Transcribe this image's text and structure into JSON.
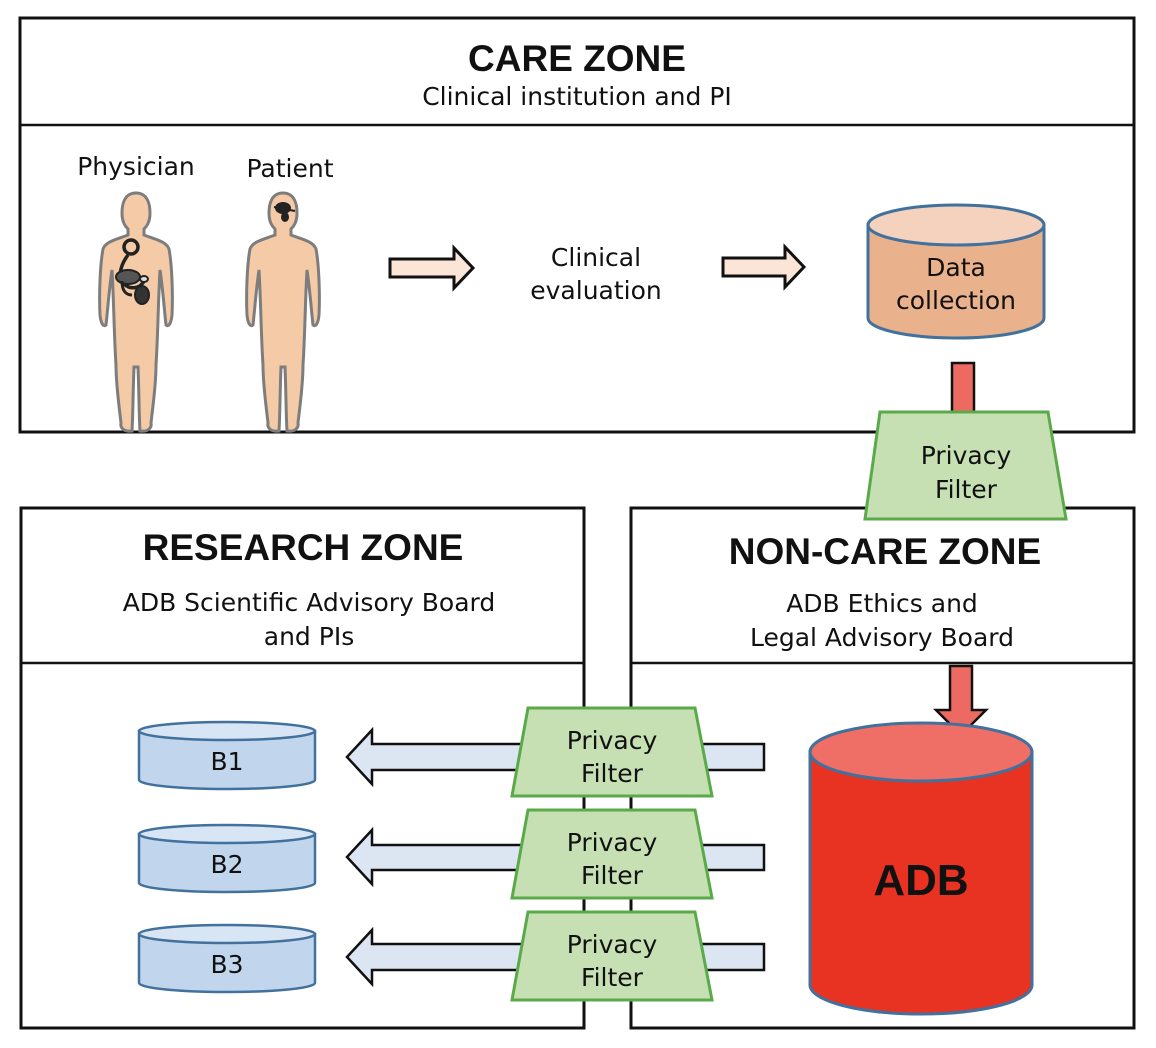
{
  "care_zone": {
    "title": "CARE ZONE",
    "subtitle": "Clinical institution and PI",
    "physician_label": "Physician",
    "patient_label": "Patient",
    "step_label_line1": "Clinical",
    "step_label_line2": "evaluation",
    "store_label_line1": "Data",
    "store_label_line2": "collection"
  },
  "research_zone": {
    "title": "RESEARCH ZONE",
    "subtitle_line1": "ADB Scientific Advisory Board",
    "subtitle_line2": "and PIs",
    "datasets": [
      "B1",
      "B2",
      "B3"
    ]
  },
  "non_care_zone": {
    "title": "NON-CARE ZONE",
    "subtitle_line1": "ADB Ethics and",
    "subtitle_line2": "Legal Advisory Board",
    "database_label": "ADB"
  },
  "privacy_filter": {
    "line1": "Privacy",
    "line2": "Filter"
  },
  "colors": {
    "skin": "#f4cba6",
    "skin_outline": "#7d7d7d",
    "data_collection_fill": "#eab28c",
    "data_collection_top": "#f4d2bd",
    "cylinder_outline": "#41719c",
    "filter_fill": "#c6e0b4",
    "filter_outline": "#5aaa4a",
    "red_arrow": "#ec6a62",
    "adb_fill": "#e83323",
    "adb_top": "#ef6e66",
    "blue_cylinder": "#c1d6ec",
    "blue_arrow": "#dce6f2",
    "care_arrow": "#fbe5d6"
  }
}
